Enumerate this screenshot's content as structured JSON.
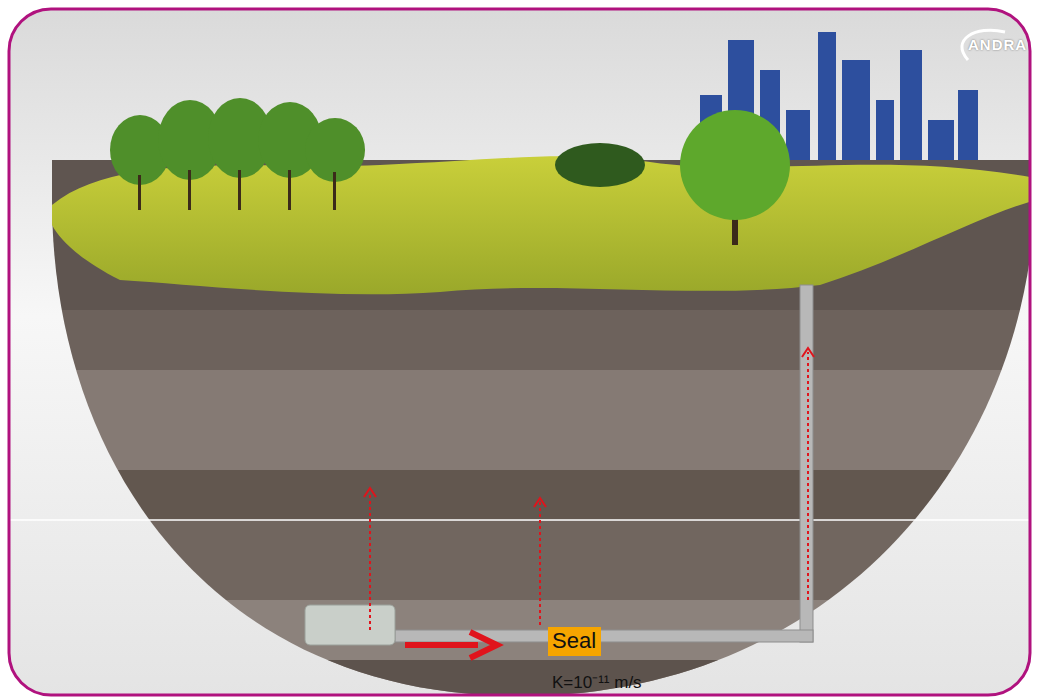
{
  "diagram": {
    "nodes": [
      {
        "text": [
          "Seal"
        ]
      }
    ],
    "labels": [
      "K=10⁻¹¹ m/s",
      "ANDRA"
    ]
  }
}
